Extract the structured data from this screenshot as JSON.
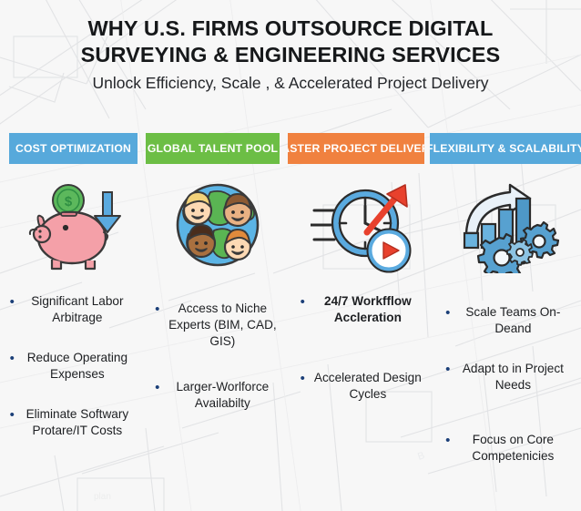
{
  "header": {
    "title_line_1": "WHY U.S. FIRMS OUTSOURCE DIGITAL",
    "title_line_2": "SURVEYING & ENGINEERING SERVICES",
    "subtitle": "Unlock Efficiency, Scale , & Accelerated Project Delivery"
  },
  "colors": {
    "blue": "#57a9db",
    "green": "#6cbe45",
    "orange": "#f0813f",
    "bullet_navy": "#1b3f78",
    "background": "#f7f7f7",
    "text_dark": "#1d1f22"
  },
  "columns": [
    {
      "header_label": "COST OPTIMIZATION",
      "header_color": "#57a9db",
      "icon": "piggy-bank-icon",
      "bullets": [
        {
          "text": "Significant Labor Arbitrage",
          "bold": false
        },
        {
          "text": "Reduce Operating Expenses",
          "bold": false
        },
        {
          "text": "Eliminate Softwary Protare/IT Costs",
          "bold": false
        }
      ]
    },
    {
      "header_label": "GLOBAL TALENT POOL",
      "header_color": "#6cbe45",
      "icon": "globe-people-icon",
      "bullets": [
        {
          "text": "Access to Niche Experts (BIM, CAD, GIS)",
          "bold": false
        },
        {
          "text": "Larger-Worlforce Availabilty",
          "bold": false
        }
      ]
    },
    {
      "header_label": "FASTER PROJECT DELIVERY",
      "header_color": "#f0813f",
      "icon": "fast-clock-icon",
      "bullets": [
        {
          "text": "24/7 Workfflow Accleration",
          "bold": true
        },
        {
          "text": "Accelerated Design Cycles",
          "bold": false
        }
      ]
    },
    {
      "header_label": "FLEXIBILITY & SCALABILITY",
      "header_color": "#57a9db",
      "icon": "growth-chart-gears-icon",
      "bullets": [
        {
          "text": "Scale Teams On-Deand",
          "bold": false
        },
        {
          "text": "Adapt to in Project Needs",
          "bold": false
        },
        {
          "text": "Focus on Core Competenicies",
          "bold": false
        }
      ]
    }
  ],
  "bullet_glyph": "•"
}
